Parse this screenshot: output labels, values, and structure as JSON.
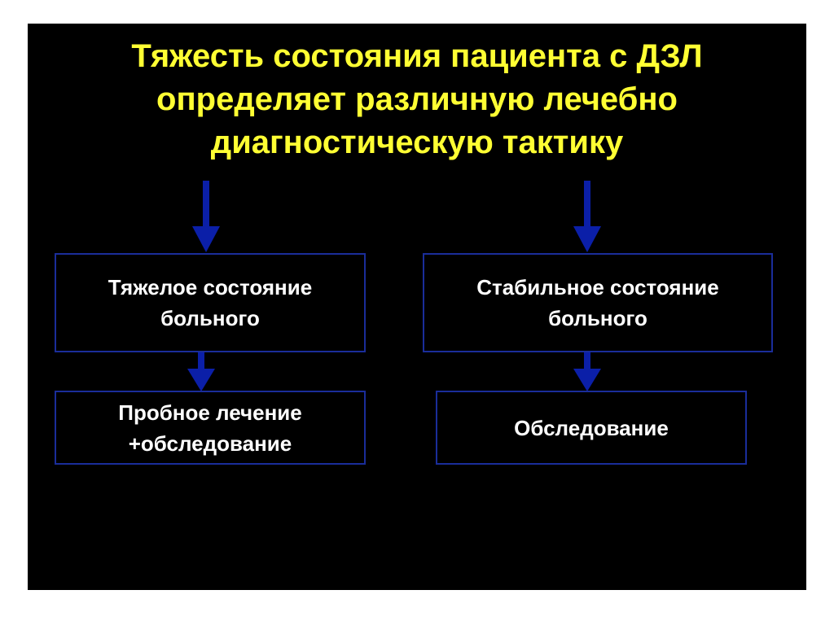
{
  "slide": {
    "title_lines": [
      "Тяжесть состояния пациента с ДЗЛ",
      "определяет различную лечебно",
      "диагностическую тактику"
    ],
    "left_top_box": {
      "lines": [
        "Тяжелое состояние",
        "больного"
      ]
    },
    "right_top_box": {
      "lines": [
        "Стабильное состояние",
        "больного"
      ]
    },
    "left_bottom_box": {
      "lines": [
        "Пробное лечение",
        "+обследование"
      ]
    },
    "right_bottom_box": {
      "lines": [
        "Обследование"
      ]
    }
  },
  "colors": {
    "background": "#000000",
    "title": "#ffff33",
    "box_text": "#ffffff",
    "box_border": "#1a2d9a",
    "arrow": "#0b1fa8"
  }
}
